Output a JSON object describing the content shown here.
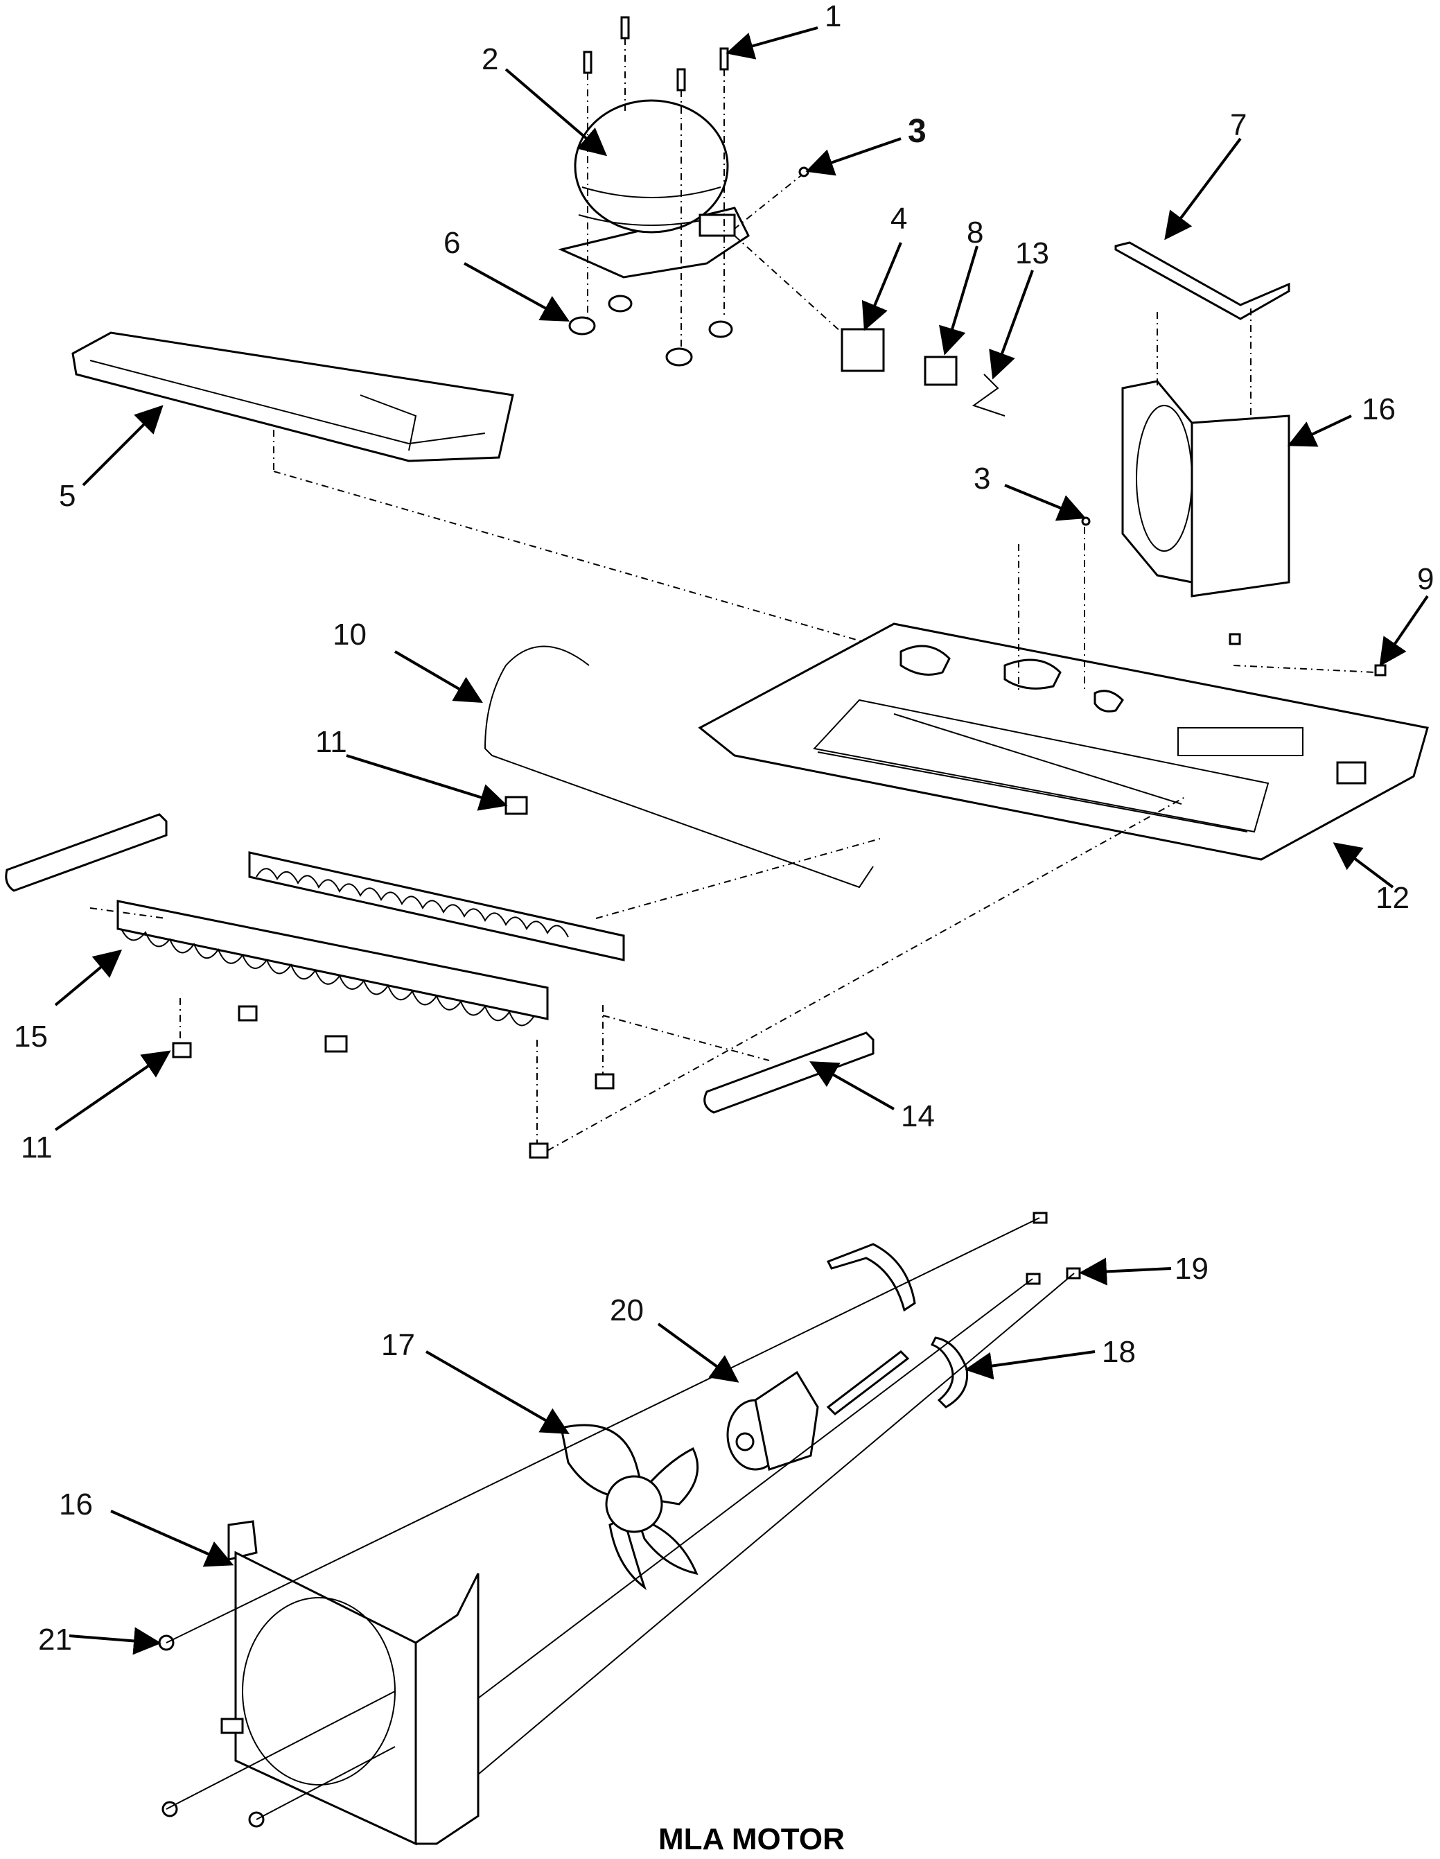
{
  "caption": "MLA MOTOR",
  "callouts": {
    "c1": "1",
    "c2": "2",
    "c3a": "3",
    "c3b": "3",
    "c4": "4",
    "c5": "5",
    "c6": "6",
    "c7": "7",
    "c8": "8",
    "c9": "9",
    "c10": "10",
    "c11a": "11",
    "c11b": "11",
    "c12": "12",
    "c13": "13",
    "c14": "14",
    "c15": "15",
    "c16a": "16",
    "c16b": "16",
    "c17": "17",
    "c18": "18",
    "c19": "19",
    "c20": "20",
    "c21": "21"
  }
}
